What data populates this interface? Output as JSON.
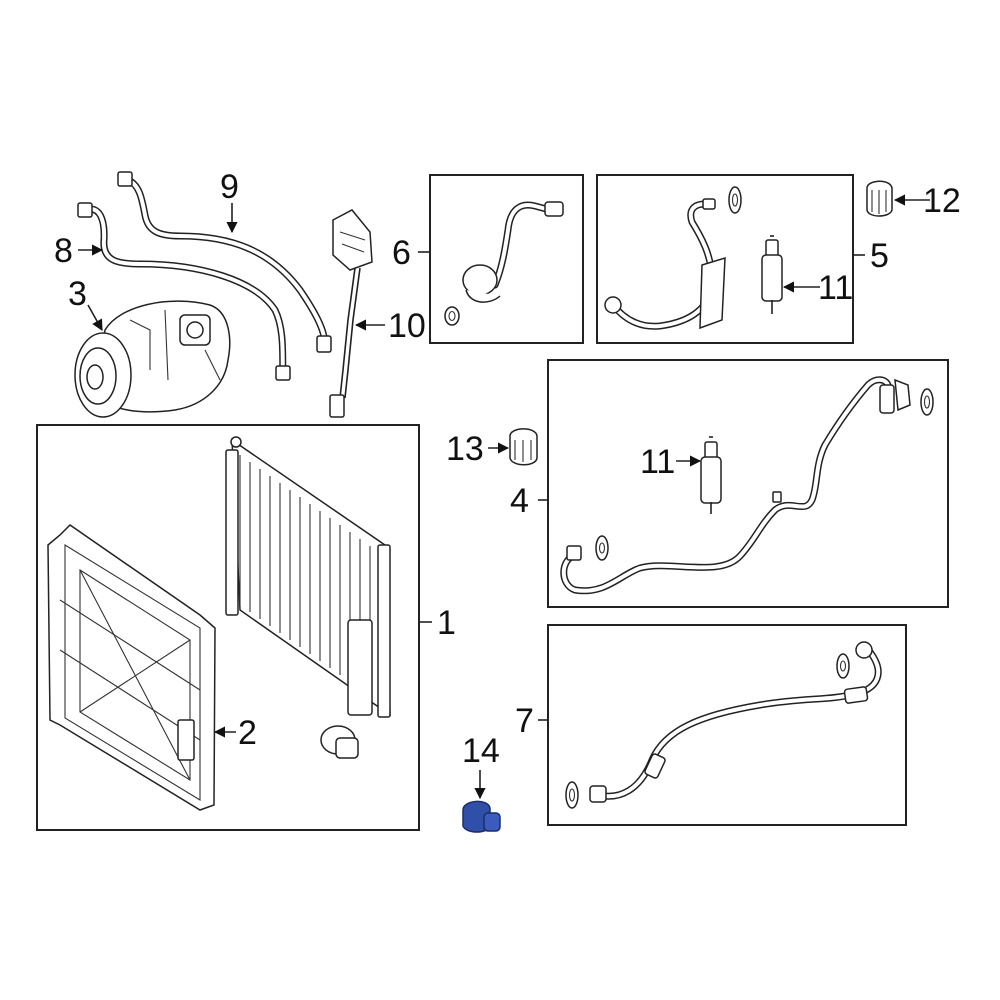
{
  "callouts": {
    "c1": "1",
    "c2": "2",
    "c3": "3",
    "c4": "4",
    "c5": "5",
    "c6": "6",
    "c7": "7",
    "c8": "8",
    "c9": "9",
    "c10": "10",
    "c11a": "11",
    "c11b": "11",
    "c12": "12",
    "c13": "13",
    "c14": "14"
  },
  "colors": {
    "highlight_part": "#2f4fa8",
    "line": "#222222"
  },
  "highlighted_part": "14"
}
